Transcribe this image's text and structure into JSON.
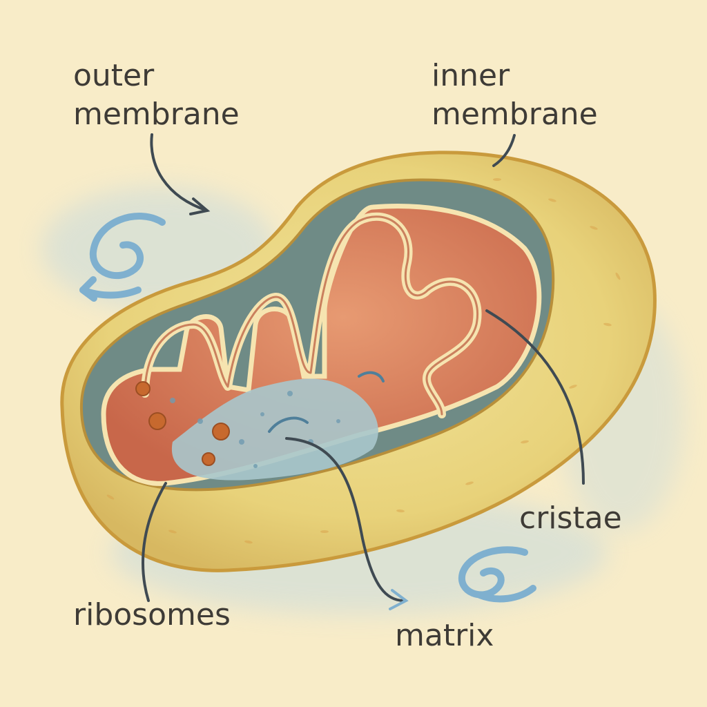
{
  "labels": {
    "outer_membrane": [
      "outer",
      "membrane"
    ],
    "inner_membrane": [
      "inner",
      "membrane"
    ],
    "cristae": "cristae",
    "ribosomes": "ribosomes",
    "matrix": "matrix"
  },
  "colors": {
    "background": "#f8ecc8",
    "outer_membrane": "#ecd98a",
    "outer_edge": "#c99a3c",
    "intermembrane_space": "#6f8b86",
    "cristae_fill": "#d9805c",
    "cristae_edge": "#f6e4b0",
    "matrix": "#a9c7cc",
    "ribosome": "#c7692e",
    "leader_line": "#3f4a52",
    "swirl": "#7fb0cf"
  }
}
